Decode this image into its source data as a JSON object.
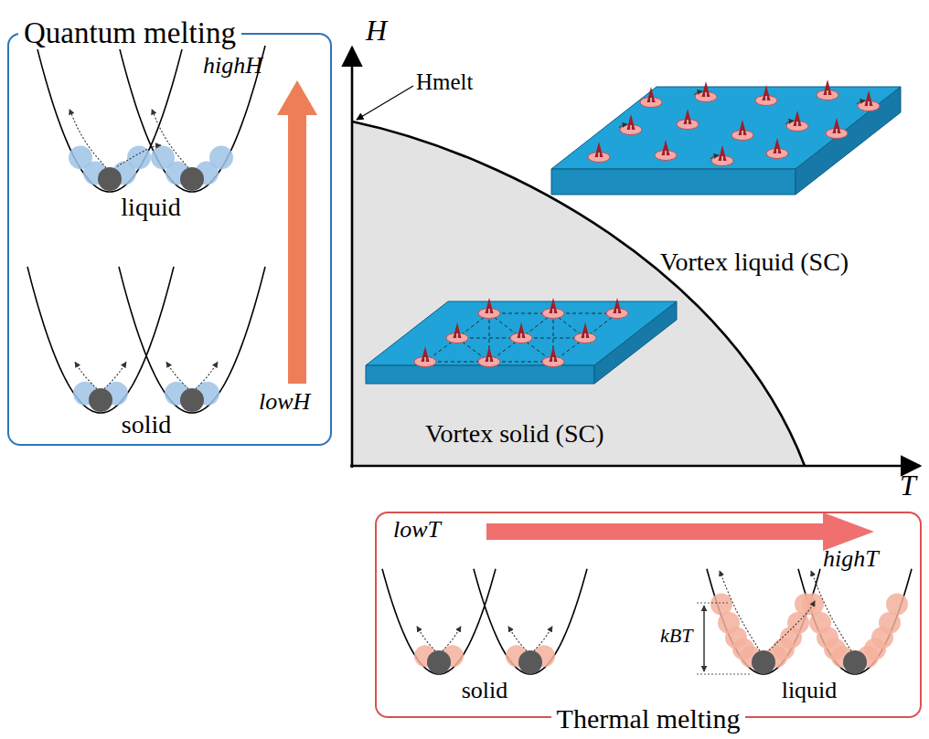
{
  "diagram": {
    "nodes": [
      {
        "text": [
          "Quantum melting"
        ]
      },
      {
        "text": [
          "Thermal melting"
        ]
      }
    ],
    "labels": [
      "H",
      "Hmelt",
      "highH",
      "lowH",
      "liquid",
      "solid",
      "Vortex liquid (SC)",
      "Vortex solid (SC)",
      "T",
      "lowT",
      "highT",
      "kBT",
      "solid",
      "liquid"
    ]
  }
}
